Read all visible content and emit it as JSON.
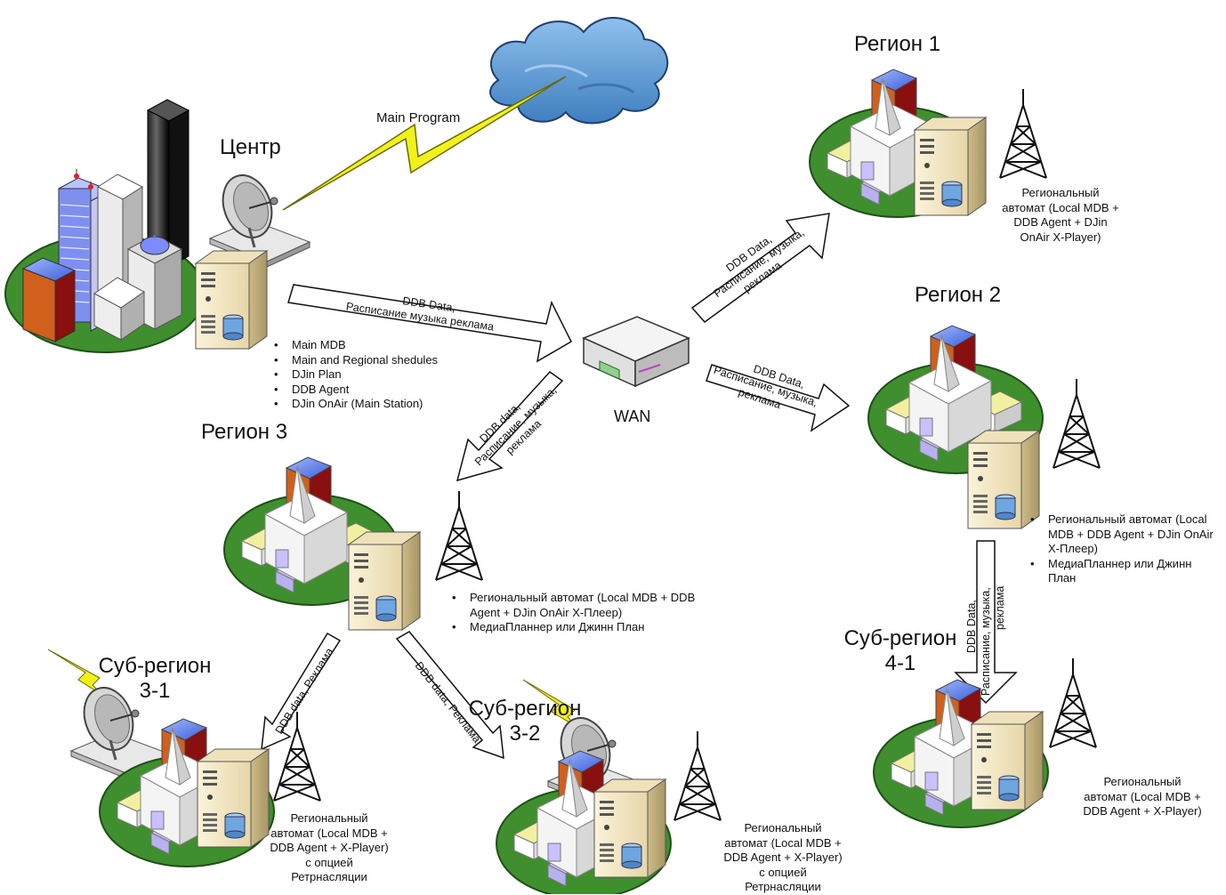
{
  "colors": {
    "ground": "#3f8f2e",
    "cloud": "#5f9fd6",
    "lightning": "#f2f21a",
    "building_orange": "#d0601c",
    "building_red": "#8a0f0f",
    "building_blue": "#6f8fe8",
    "server": "#f4e8c4",
    "disk": "#6ea6e0"
  },
  "icons": [
    "cloud-icon",
    "lightning-icon",
    "city-icon",
    "satellite-dish-icon",
    "server-icon",
    "router-icon",
    "radio-tower-icon",
    "arrow-icon"
  ],
  "center": {
    "title": "Центр",
    "link_label": "Main Program",
    "components": [
      "Main MDB",
      "Main and Regional shedules",
      "DJin Plan",
      "DDB Agent",
      "DJin OnAir (Main Station)"
    ]
  },
  "wan": {
    "label": "WAN"
  },
  "arrows": {
    "center_to_wan": [
      "DDB Data,",
      "Расписание музыка реклама"
    ],
    "wan_to_r1": [
      "DDB Data,",
      "Расписание, музыка,",
      "реклама"
    ],
    "wan_to_r2": [
      "DDB Data,",
      "Расписание, музыка,",
      "реклама"
    ],
    "wan_to_r3": [
      "DDB data,",
      "Расписание, музыка,",
      "реклама"
    ],
    "r2_to_sub41": [
      "DDB Data,",
      "Расписание, музыка,",
      "реклама"
    ],
    "r3_to_sub31": "DDB data, Реклама",
    "r3_to_sub32": "DDB data, Реклама"
  },
  "region1": {
    "title": "Регион 1",
    "desc": [
      "Региональный",
      "автомат (Local MDB +",
      "DDB Agent + DJin",
      "OnAir X-Player)"
    ]
  },
  "region2": {
    "title": "Регион 2",
    "bullets": [
      "Региональный автомат (Local MDB + DDB Agent + DJin OnAir X-Плеер)",
      "МедиаПланнер или Джинн План"
    ]
  },
  "region3": {
    "title": "Регион 3",
    "bullets": [
      "Региональный автомат (Local MDB + DDB Agent + DJin OnAir X-Плеер)",
      "МедиаПланнер или Джинн План"
    ]
  },
  "sub31": {
    "title_line1": "Суб-регион",
    "title_line2": "3-1",
    "desc": [
      "Региональный",
      "автомат (Local MDB +",
      "DDB Agent + X-Player)",
      "с опцией",
      "Ретрнасляции"
    ]
  },
  "sub32": {
    "title_line1": "Суб-регион",
    "title_line2": "3-2",
    "desc": [
      "Региональный",
      "автомат (Local MDB +",
      "DDB Agent + X-Player)",
      "с опцией",
      "Ретрнасляции"
    ]
  },
  "sub41": {
    "title_line1": "Суб-регион",
    "title_line2": "4-1",
    "desc": [
      "Региональный",
      "автомат (Local MDB +",
      "DDB Agent + X-Player)"
    ]
  }
}
